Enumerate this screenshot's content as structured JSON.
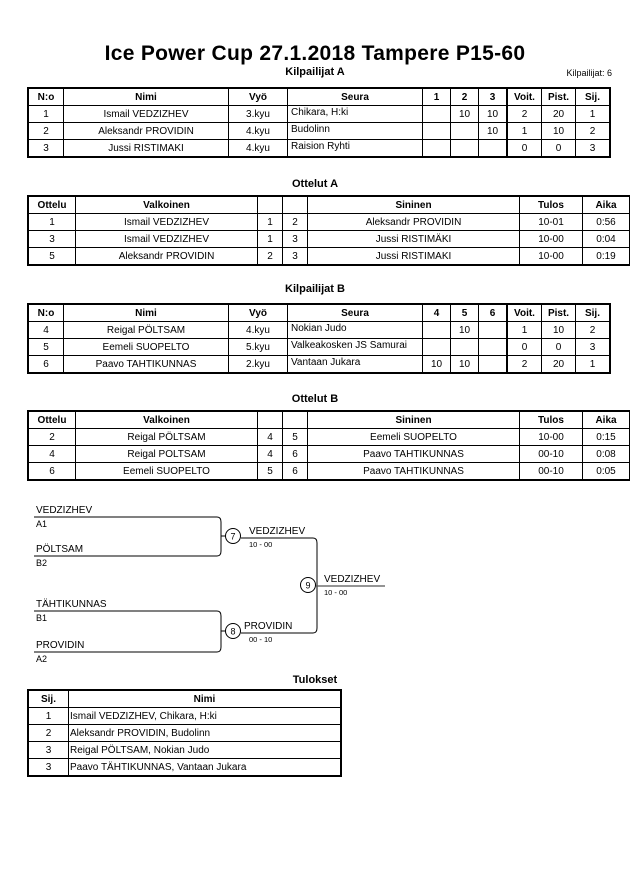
{
  "header": {
    "title": "Ice Power Cup  27.1.2018  Tampere    P15-60",
    "entrant_count": "Kilpailijat: 6"
  },
  "captions": {
    "pool_a": "Kilpailijat A",
    "matches_a": "Ottelut A",
    "pool_b": "Kilpailijat B",
    "matches_b": "Ottelut B",
    "results": "Tulokset"
  },
  "pool_a": {
    "headers": {
      "no": "N:o",
      "name": "Nimi",
      "belt": "Vyö",
      "club": "Seura",
      "m1": "1",
      "m2": "2",
      "m3": "3",
      "wins": "Voit.",
      "points": "Pist.",
      "rank": "Sij."
    },
    "rows": [
      {
        "no": "1",
        "name": "Ismail VEDZIZHEV",
        "belt": "3.kyu",
        "club": "Chikara, H:ki",
        "m1": "",
        "m2": "10",
        "m3": "10",
        "wins": "2",
        "points": "20",
        "rank": "1"
      },
      {
        "no": "2",
        "name": "Aleksandr PROVIDIN",
        "belt": "4.kyu",
        "club": "Budolinn",
        "m1": "",
        "m2": "",
        "m3": "10",
        "wins": "1",
        "points": "10",
        "rank": "2"
      },
      {
        "no": "3",
        "name": "Jussi RISTIMAKI",
        "belt": "4.kyu",
        "club": "Raision Ryhti",
        "m1": "",
        "m2": "",
        "m3": "",
        "wins": "0",
        "points": "0",
        "rank": "3"
      }
    ]
  },
  "pool_b": {
    "headers": {
      "no": "N:o",
      "name": "Nimi",
      "belt": "Vyö",
      "club": "Seura",
      "m1": "4",
      "m2": "5",
      "m3": "6",
      "wins": "Voit.",
      "points": "Pist.",
      "rank": "Sij."
    },
    "rows": [
      {
        "no": "4",
        "name": "Reigal PÖLTSAM",
        "belt": "4.kyu",
        "club": "Nokian Judo",
        "m1": "",
        "m2": "10",
        "m3": "",
        "wins": "1",
        "points": "10",
        "rank": "2"
      },
      {
        "no": "5",
        "name": "Eemeli SUOPELTO",
        "belt": "5.kyu",
        "club": "Valkeakosken JS Samurai",
        "m1": "",
        "m2": "",
        "m3": "",
        "wins": "0",
        "points": "0",
        "rank": "3"
      },
      {
        "no": "6",
        "name": "Paavo TAHTIKUNNAS",
        "belt": "2.kyu",
        "club": "Vantaan Jukara",
        "m1": "10",
        "m2": "10",
        "m3": "",
        "wins": "2",
        "points": "20",
        "rank": "1"
      }
    ]
  },
  "matches_a": {
    "headers": {
      "match": "Ottelu",
      "white": "Valkoinen",
      "white_no": "",
      "blue_no": "",
      "blue": "Sininen",
      "result": "Tulos",
      "time": "Aika"
    },
    "rows": [
      {
        "match": "1",
        "white": "Ismail VEDZIZHEV",
        "white_no": "1",
        "blue_no": "2",
        "blue": "Aleksandr PROVIDIN",
        "result": "10-01",
        "time": "0:56"
      },
      {
        "match": "3",
        "white": "Ismail VEDZIZHEV",
        "white_no": "1",
        "blue_no": "3",
        "blue": "Jussi RISTIMÄKI",
        "result": "10-00",
        "time": "0:04"
      },
      {
        "match": "5",
        "white": "Aleksandr PROVIDIN",
        "white_no": "2",
        "blue_no": "3",
        "blue": "Jussi RISTIMAKI",
        "result": "10-00",
        "time": "0:19"
      }
    ]
  },
  "matches_b": {
    "headers": {
      "match": "Ottelu",
      "white": "Valkoinen",
      "white_no": "",
      "blue_no": "",
      "blue": "Sininen",
      "result": "Tulos",
      "time": "Aika"
    },
    "rows": [
      {
        "match": "2",
        "white": "Reigal PÖLTSAM",
        "white_no": "4",
        "blue_no": "5",
        "blue": "Eemeli SUOPELTO",
        "result": "10-00",
        "time": "0:15"
      },
      {
        "match": "4",
        "white": "Reigal POLTSAM",
        "white_no": "4",
        "blue_no": "6",
        "blue": "Paavo TAHTIKUNNAS",
        "result": "00-10",
        "time": "0:08"
      },
      {
        "match": "6",
        "white": "Eemeli SUOPELTO",
        "white_no": "5",
        "blue_no": "6",
        "blue": "Paavo TAHTIKUNNAS",
        "result": "00-10",
        "time": "0:05"
      }
    ]
  },
  "bracket": {
    "entries": [
      {
        "name": "VEDZIZHEV",
        "seed": "A1"
      },
      {
        "name": "PÖLTSAM",
        "seed": "B2"
      },
      {
        "name": "TÄHTIKUNNAS",
        "seed": "B1"
      },
      {
        "name": "PROVIDIN",
        "seed": "A2"
      }
    ],
    "nodes": [
      {
        "number": "7",
        "winner": "VEDZIZHEV",
        "score": "10 - 00"
      },
      {
        "number": "8",
        "winner": "PROVIDIN",
        "score": "00 - 10"
      },
      {
        "number": "9",
        "winner": "VEDZIZHEV",
        "score": "10 - 00"
      }
    ]
  },
  "results": {
    "headers": {
      "rank": "Sij.",
      "name": "Nimi"
    },
    "rows": [
      {
        "rank": "1",
        "name": "Ismail VEDZIZHEV, Chikara, H:ki"
      },
      {
        "rank": "2",
        "name": "Aleksandr PROVIDIN, Budolinn"
      },
      {
        "rank": "3",
        "name": "Reigal PÖLTSAM, Nokian Judo"
      },
      {
        "rank": "3",
        "name": "Paavo TÄHTIKUNNAS, Vantaan Jukara"
      }
    ]
  }
}
